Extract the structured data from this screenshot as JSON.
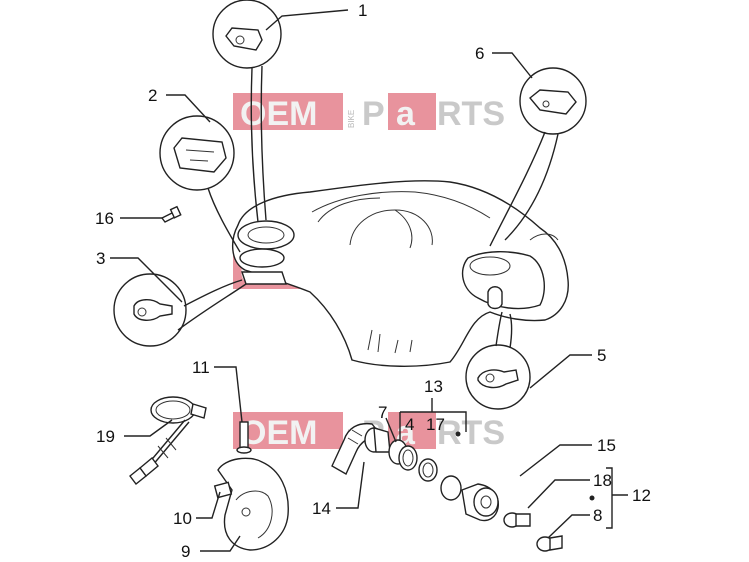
{
  "watermark": {
    "left": "OEM",
    "small": "BIKE",
    "right_a": "P",
    "right_b": "a",
    "right_c": "RTS"
  },
  "callouts": {
    "c1": "1",
    "c2": "2",
    "c3": "3",
    "c4": "4",
    "c5": "5",
    "c6": "6",
    "c7": "7",
    "c8": "8",
    "c9": "9",
    "c10": "10",
    "c11": "11",
    "c12": "12",
    "c13": "13",
    "c14": "14",
    "c15": "15",
    "c16": "16",
    "c17": "17",
    "c18": "18",
    "c19": "19"
  },
  "colors": {
    "watermark_red": "#e8939d",
    "line": "#222222"
  }
}
